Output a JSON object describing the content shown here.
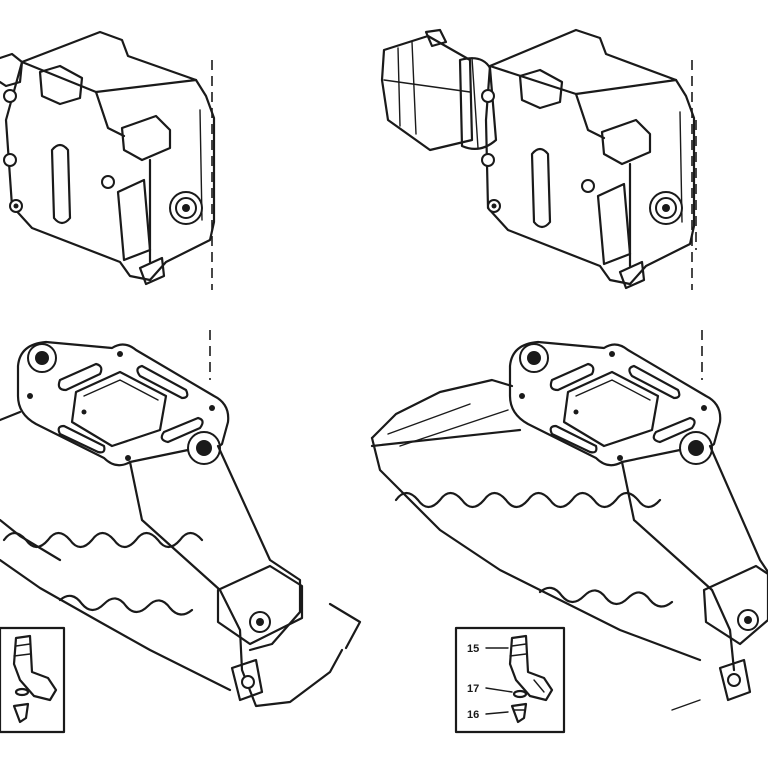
{
  "callouts": {
    "left_inset": [
      "",
      "",
      ""
    ],
    "right_inset": [
      "15",
      "17",
      "16"
    ]
  }
}
